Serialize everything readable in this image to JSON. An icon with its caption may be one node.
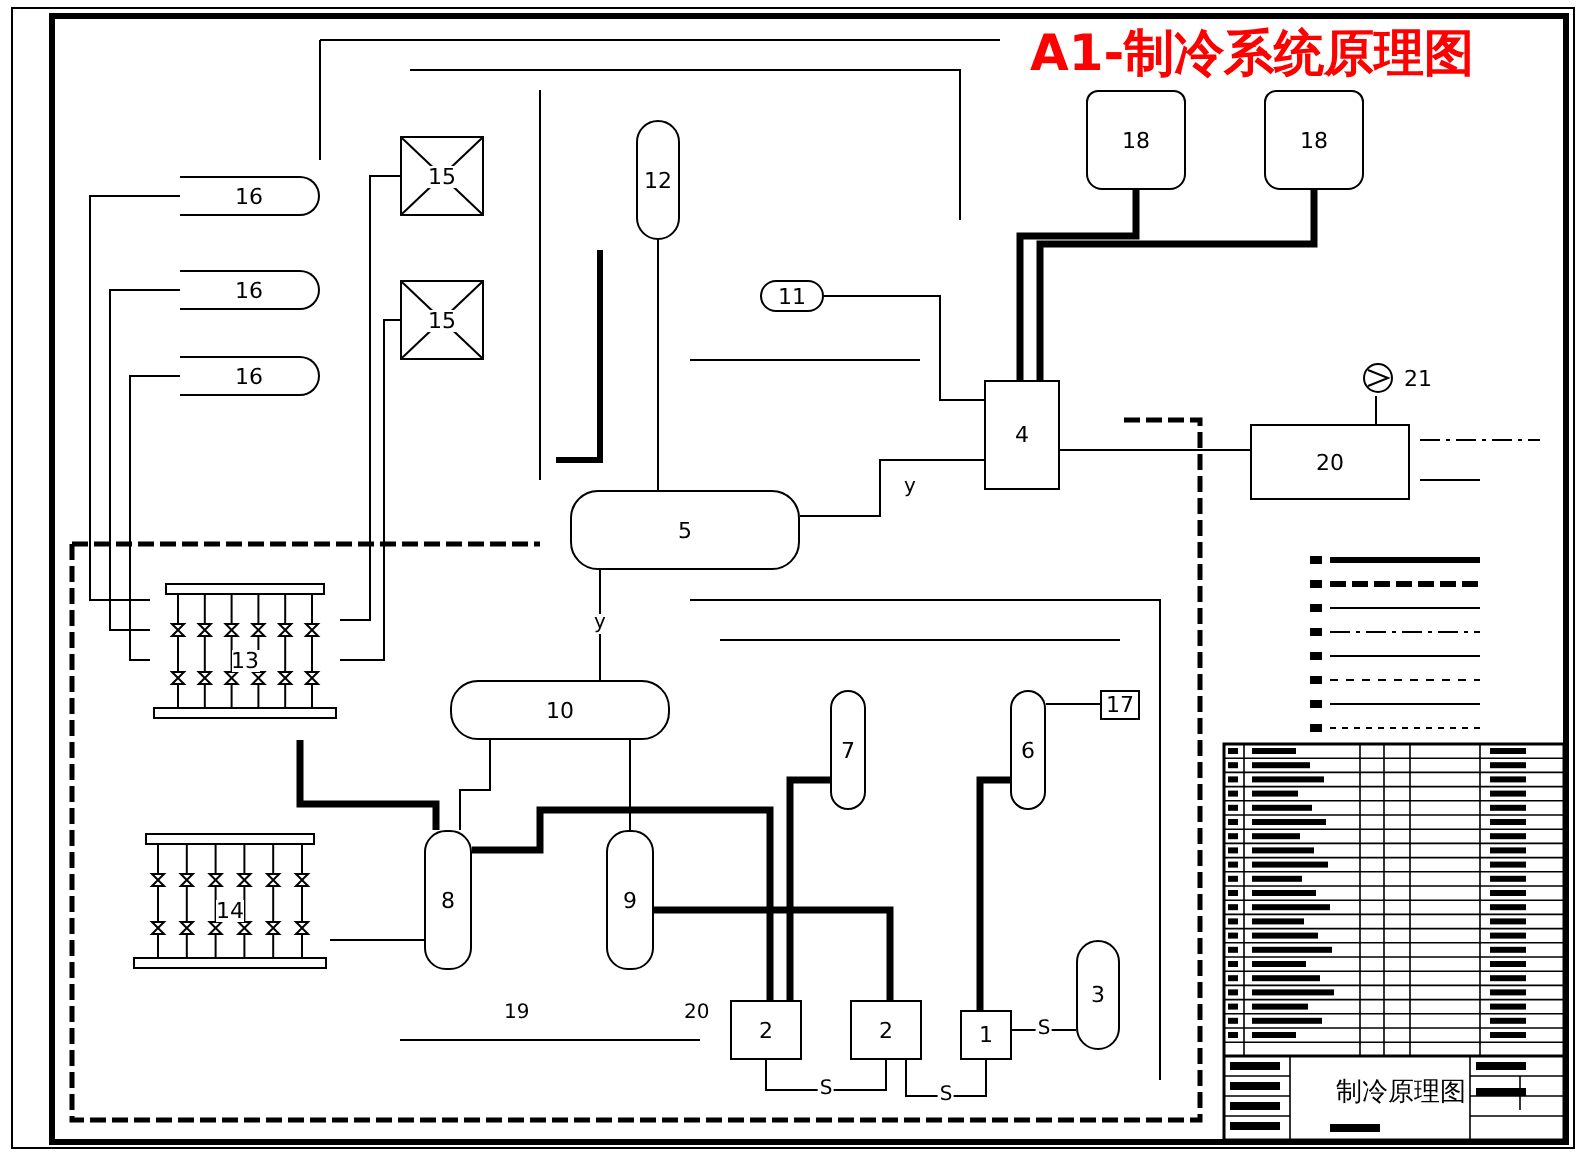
{
  "diagram": {
    "title": "A1-制冷系统原理图",
    "nodes": [
      {
        "text": [
          "18"
        ]
      },
      {
        "text": [
          "18"
        ]
      },
      {
        "text": [
          "12"
        ]
      },
      {
        "text": [
          "16"
        ]
      },
      {
        "text": [
          "15"
        ]
      },
      {
        "text": [
          "11"
        ]
      },
      {
        "text": [
          "16"
        ]
      },
      {
        "text": [
          "15"
        ]
      },
      {
        "text": [
          "16"
        ]
      },
      {
        "text": [
          "21"
        ]
      },
      {
        "text": [
          "4"
        ]
      },
      {
        "text": [
          "20"
        ]
      },
      {
        "text": [
          "5"
        ]
      },
      {
        "text": [
          "13"
        ]
      },
      {
        "text": [
          "10"
        ]
      },
      {
        "text": [
          "7"
        ]
      },
      {
        "text": [
          "6"
        ]
      },
      {
        "text": [
          "17"
        ]
      },
      {
        "text": [
          "14"
        ]
      },
      {
        "text": [
          "8"
        ]
      },
      {
        "text": [
          "9"
        ]
      },
      {
        "text": [
          "3"
        ]
      },
      {
        "text": [
          "2"
        ]
      },
      {
        "text": [
          "2"
        ]
      },
      {
        "text": [
          "1"
        ]
      }
    ],
    "edges": [
      {
        "from": 0,
        "to": 10,
        "arrow": "none",
        "style": "thick"
      },
      {
        "from": 1,
        "to": 10,
        "arrow": "none",
        "style": "thick"
      },
      {
        "from": 2,
        "to": 12,
        "arrow": "none"
      },
      {
        "from": 5,
        "to": 10,
        "arrow": "none"
      },
      {
        "from": 10,
        "to": 12,
        "arrow": "none",
        "label": "y"
      },
      {
        "from": 11,
        "to": 9,
        "arrow": "none"
      },
      {
        "from": 12,
        "to": 14,
        "arrow": "none",
        "label": "y"
      },
      {
        "from": 14,
        "to": 19,
        "arrow": "none"
      },
      {
        "from": 14,
        "to": 20,
        "arrow": "none"
      },
      {
        "from": 13,
        "to": 19,
        "arrow": "none",
        "style": "thick"
      },
      {
        "from": 3,
        "to": 13,
        "arrow": "none"
      },
      {
        "from": 4,
        "to": 13,
        "arrow": "none"
      },
      {
        "from": 19,
        "to": 22,
        "arrow": "none",
        "style": "thick"
      },
      {
        "from": 20,
        "to": 23,
        "arrow": "none",
        "style": "thick"
      },
      {
        "from": 15,
        "to": 22,
        "arrow": "none",
        "style": "thick"
      },
      {
        "from": 16,
        "to": 24,
        "arrow": "none",
        "style": "thick"
      },
      {
        "from": 22,
        "to": 23,
        "arrow": "none",
        "label": "S"
      },
      {
        "from": 23,
        "to": 24,
        "arrow": "none",
        "label": "S"
      },
      {
        "from": 24,
        "to": 21,
        "arrow": "none",
        "label": "S"
      },
      {
        "from": 18,
        "to": 19,
        "arrow": "none"
      },
      {
        "from": 6,
        "to": 13,
        "arrow": "none"
      },
      {
        "from": 7,
        "to": 13,
        "arrow": "none"
      },
      {
        "from": 8,
        "to": 13,
        "arrow": "none"
      },
      {
        "from": 10,
        "to": 11,
        "arrow": "none"
      },
      {
        "from": 17,
        "to": 16,
        "arrow": "none"
      }
    ],
    "labels": [
      "19",
      "20",
      "制冷原理图"
    ]
  }
}
